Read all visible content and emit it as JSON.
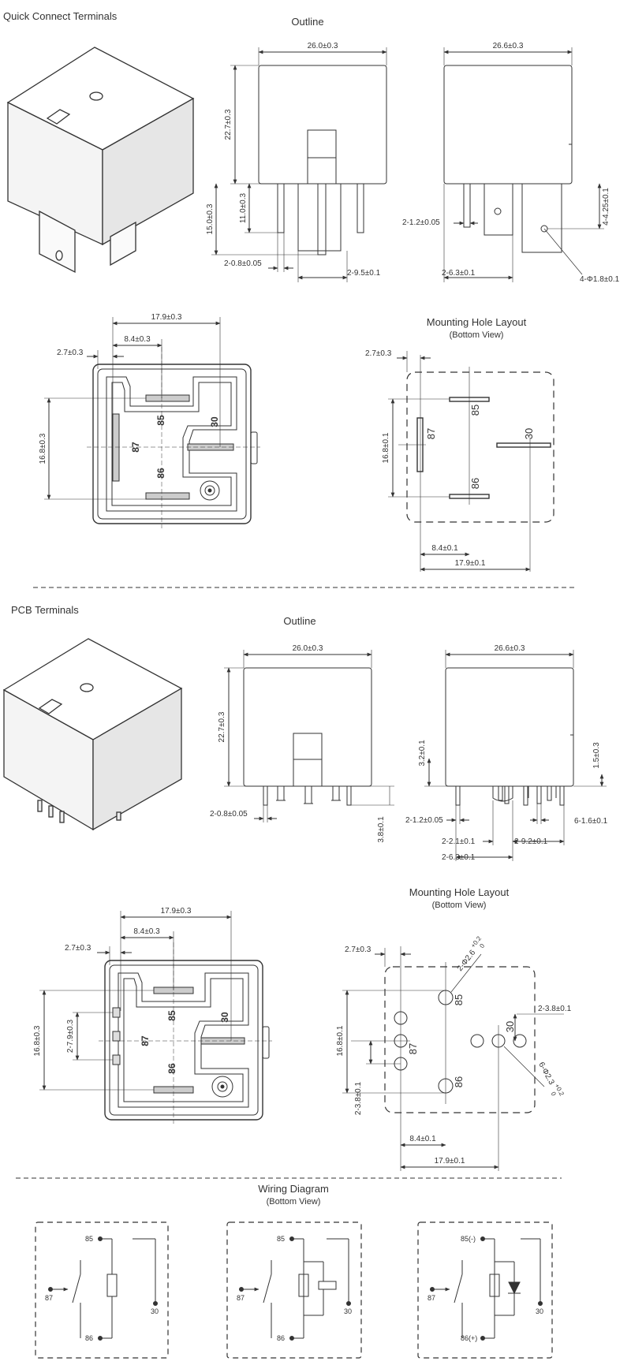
{
  "sections": {
    "qc_title": "Quick Connect Terminals",
    "pcb_title": "PCB Terminals"
  },
  "headings": {
    "outline": "Outline",
    "mounting": "Mounting Hole Layout",
    "bottom_view": "(Bottom View)",
    "wiring": "Wiring Diagram"
  },
  "qc": {
    "front": {
      "width": "26.0±0.3",
      "height": "22.7±0.3",
      "term_len": "11.0±0.3",
      "total_len": "15.0±0.3",
      "term_thk": "2-0.8±0.05",
      "term_pitch": "2-9.5±0.1"
    },
    "side": {
      "width": "26.6±0.3",
      "term_thk": "2-1.2±0.05",
      "term_w": "2-6.3±0.1",
      "hole_pos": "4-4.25±0.1",
      "hole_dia": "4-Φ1.8±0.1"
    },
    "bottom": {
      "w1": "17.9±0.3",
      "w2": "8.4±0.3",
      "w3": "2.7±0.3",
      "h": "16.8±0.3"
    },
    "layout": {
      "w3": "2.7±0.3",
      "h": "16.8±0.1",
      "w2": "8.4±0.1",
      "w1": "17.9±0.1"
    }
  },
  "pcb": {
    "front": {
      "width": "26.0±0.3",
      "height": "22.7±0.3",
      "pin_len": "3.8±0.1",
      "pin_thk": "2-0.8±0.05"
    },
    "side": {
      "width": "26.6±0.3",
      "stand": "3.2±0.1",
      "stand2": "1.5±0.3",
      "thk": "2-1.2±0.05",
      "w1": "2-2.1±0.1",
      "w2": "2-6.3±0.1",
      "w3": "2-9.2±0.1",
      "w4": "6-1.6±0.1"
    },
    "bottom": {
      "w1": "17.9±0.3",
      "w2": "8.4±0.3",
      "w3": "2.7±0.3",
      "h": "16.8±0.3",
      "h2": "2-7.9±0.3"
    },
    "layout": {
      "w3": "2.7±0.3",
      "big_hole": "2-Φ2.6",
      "big_tol": "+0.2",
      "big_tol0": "0",
      "small_hole": "6-Φ2.3",
      "small_tol": "+0.2",
      "small_tol0": "0",
      "h": "16.8±0.1",
      "hs": "2-3.8±0.1",
      "w2": "8.4±0.1",
      "w1": "17.9±0.1",
      "right": "2-3.8±0.1"
    }
  },
  "pins": {
    "p85": "85",
    "p86": "86",
    "p87": "87",
    "p30": "30",
    "p85m": "85(-)",
    "p86p": "86(+)"
  },
  "colors": {
    "line": "#333333",
    "background": "#ffffff"
  }
}
